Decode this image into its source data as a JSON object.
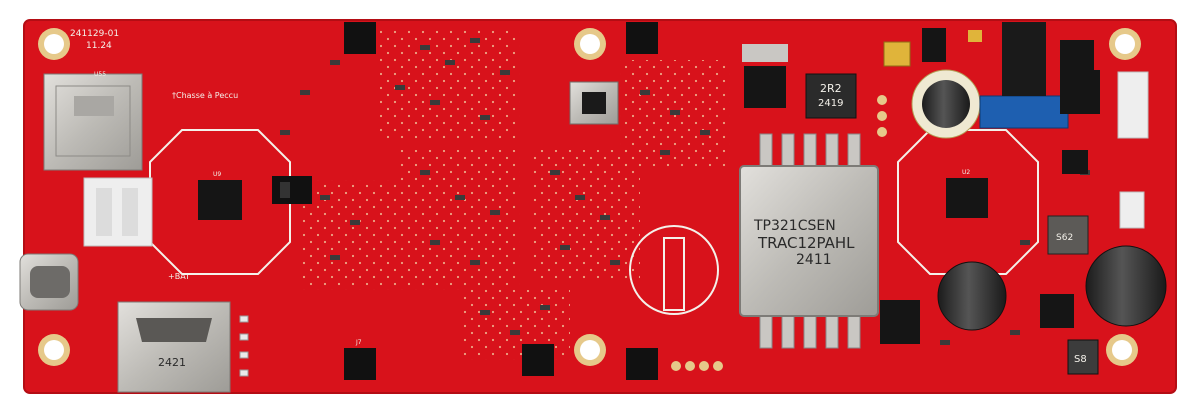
{
  "board": {
    "date_code": "241129-01",
    "revision": "11.24",
    "brand": "†Chasse à Peccu",
    "battery_label": "+BAT",
    "ref_u55": "U55",
    "ref_u9": "U9",
    "ref_u2": "U2",
    "ref_j7": "J7"
  },
  "parts": {
    "transformer_line1": "TP321CSEN",
    "transformer_line2": "TRAC12PAHL",
    "transformer_line3": "2411",
    "inductor_line1": "2R2",
    "inductor_line2": "2419",
    "hdmi_code": "2421",
    "inductor_s8": "S8",
    "inductor_side": "S62"
  },
  "colors": {
    "pcb_red": "#d8121b",
    "silkscreen": "#f4f1ea",
    "metal": "#c8c6c2",
    "ic_black": "#151515"
  }
}
